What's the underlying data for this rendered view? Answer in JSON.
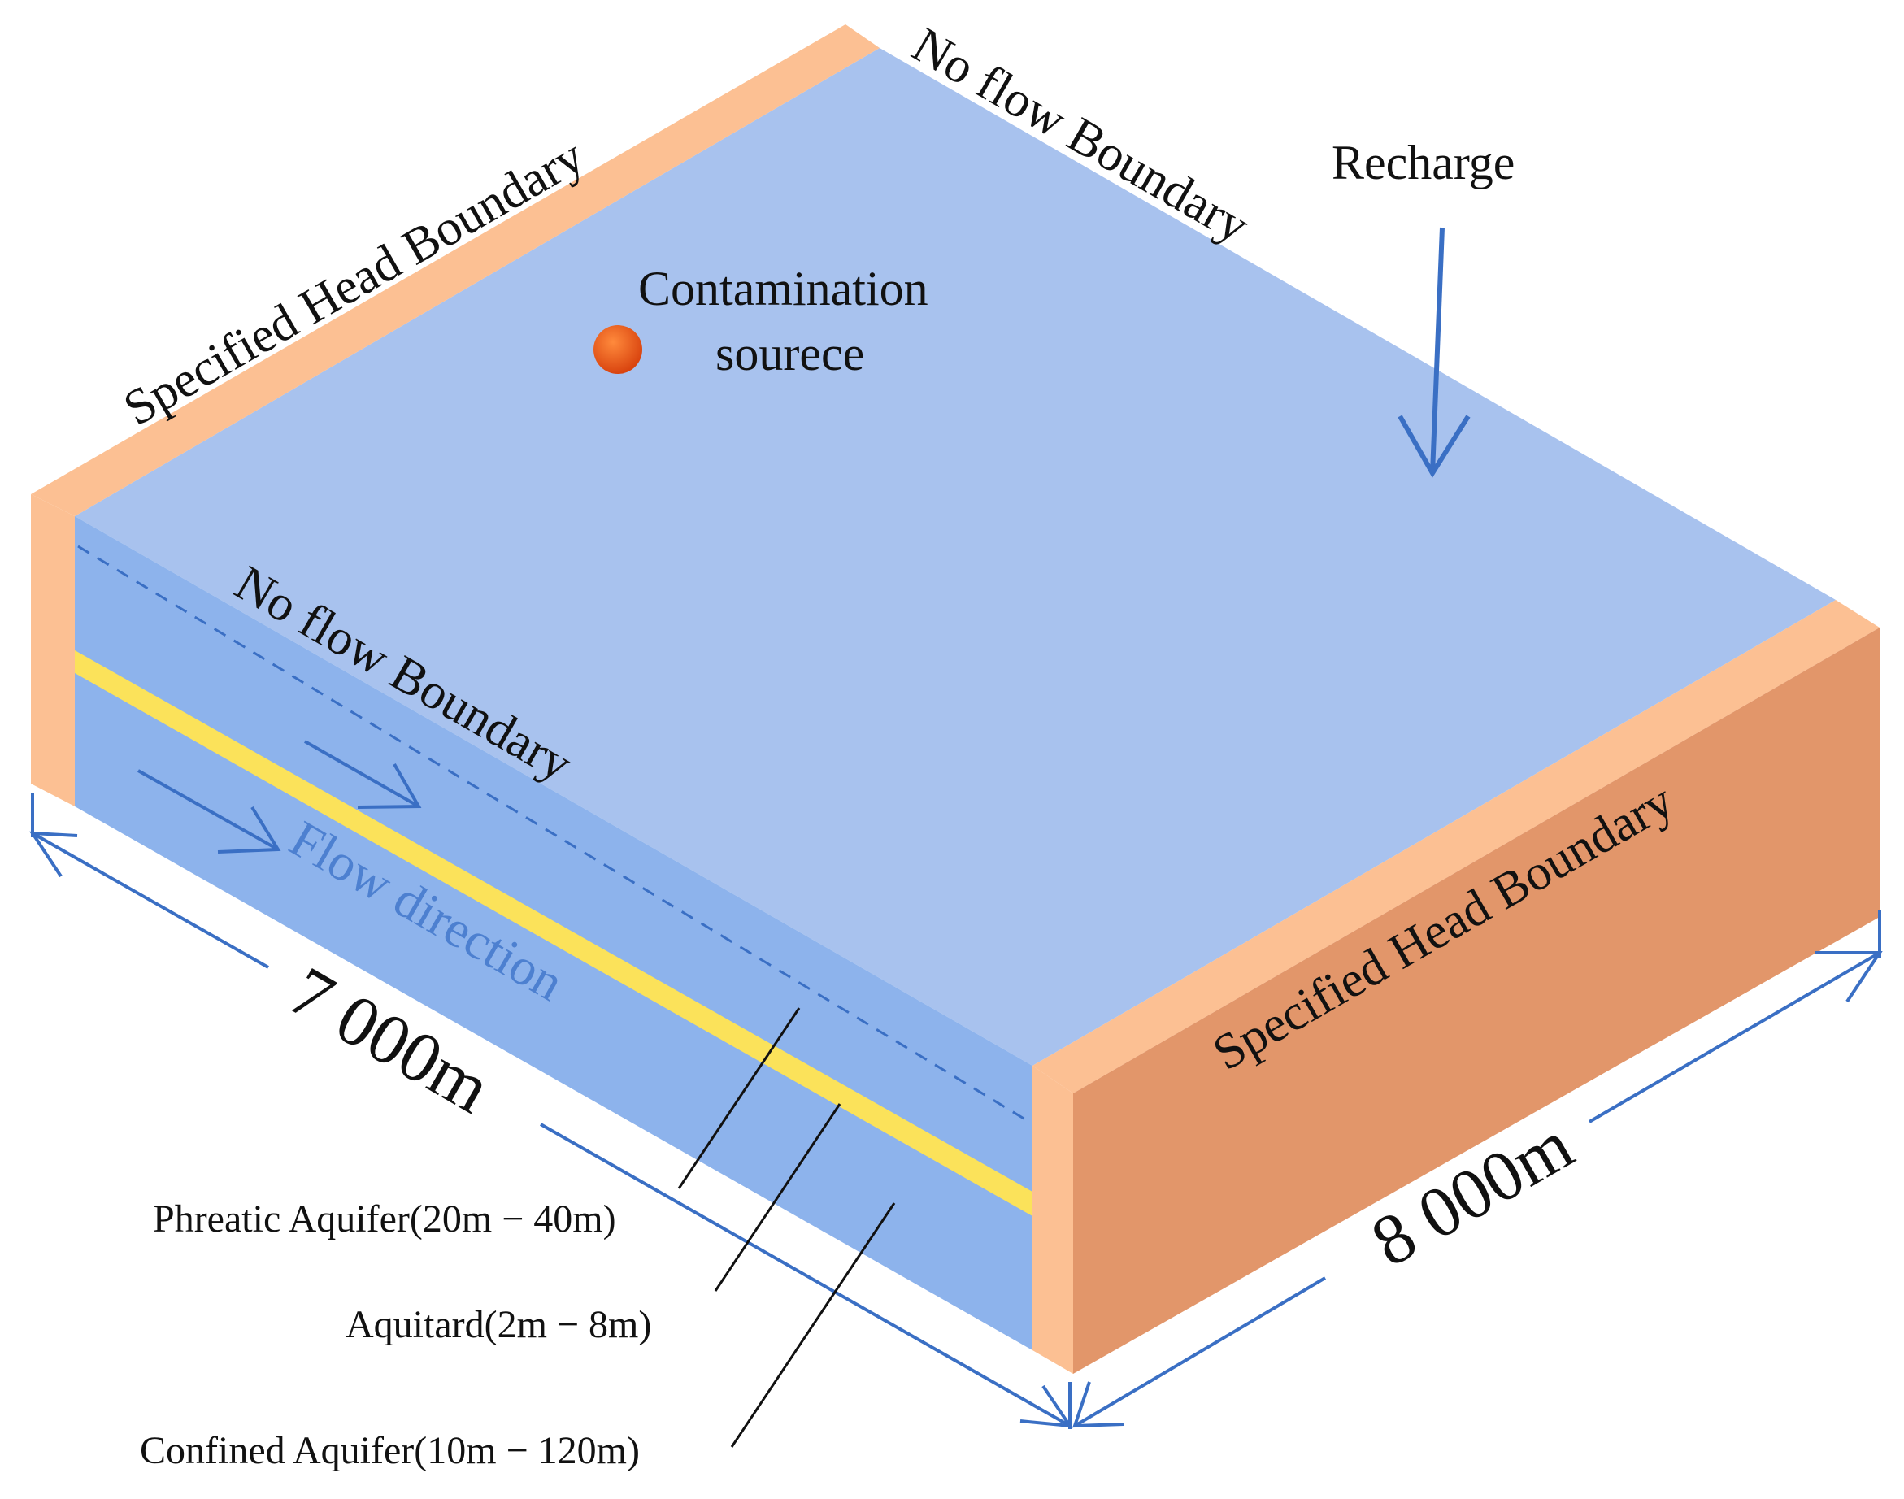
{
  "labels": {
    "specified_head_left": "Specified Head Boundary",
    "no_flow_top": "No flow Boundary",
    "recharge": "Recharge",
    "contamination_line1": "Contamination",
    "contamination_line2": "sourece",
    "no_flow_front": "No flow Boundary",
    "flow_direction": "Flow direction",
    "specified_head_right": "Specified Head Boundary",
    "dim_length": "7 000m",
    "dim_width": "8 000m",
    "phreatic": "Phreatic Aquifer(20m − 40m)",
    "aquitard": "Aquitard(2m − 8m)",
    "confined": "Confined Aquifer(10m − 120m)"
  },
  "colors": {
    "top_face": "#a8c2ee",
    "front_face": "#8db3ec",
    "aquitard": "#fbe25a",
    "boundary_light": "#fcc093",
    "boundary_dark": "#e2966a",
    "arrow_blue": "#3a6fc4",
    "source": "#e8541a",
    "flow_text": "#4d80d0"
  },
  "icons": {
    "recharge_arrow": "arrow-down-icon",
    "flow_arrows": "arrow-right-icon",
    "source_marker": "circle-marker-icon"
  }
}
